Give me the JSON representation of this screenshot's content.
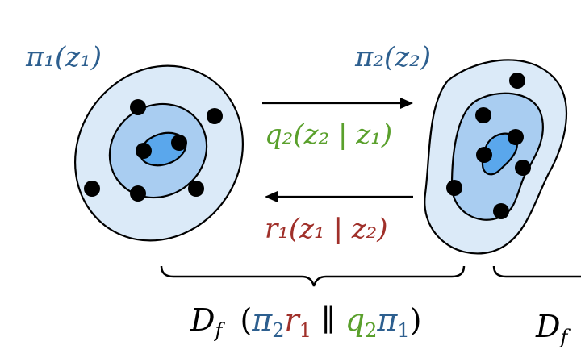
{
  "labels": {
    "dist1": "π₁(z₁)",
    "dist2": "π₂(z₂)",
    "forward": "q₂(z₂ | z₁)",
    "backward": "r₁(z₁ | z₂)",
    "divergence": {
      "prefix": "D",
      "sub": "f",
      "open": "(",
      "pi2": "π",
      "pi2_sub": "2",
      "r1": "r",
      "r1_sub": "1",
      "sep": "∥",
      "q2": "q",
      "q2_sub": "2",
      "pi1": "π",
      "pi1_sub": "1",
      "close": ")"
    },
    "divergence_cut": "D",
    "divergence_cut_sub": "f"
  },
  "colors": {
    "blue": "#2d5f8f",
    "green": "#5aa02c",
    "red": "#a0302a",
    "outer_fill": "#dbeaf8",
    "mid_fill": "#a9cdf1",
    "inner_fill": "#5aa7ec",
    "stroke": "#000000"
  }
}
